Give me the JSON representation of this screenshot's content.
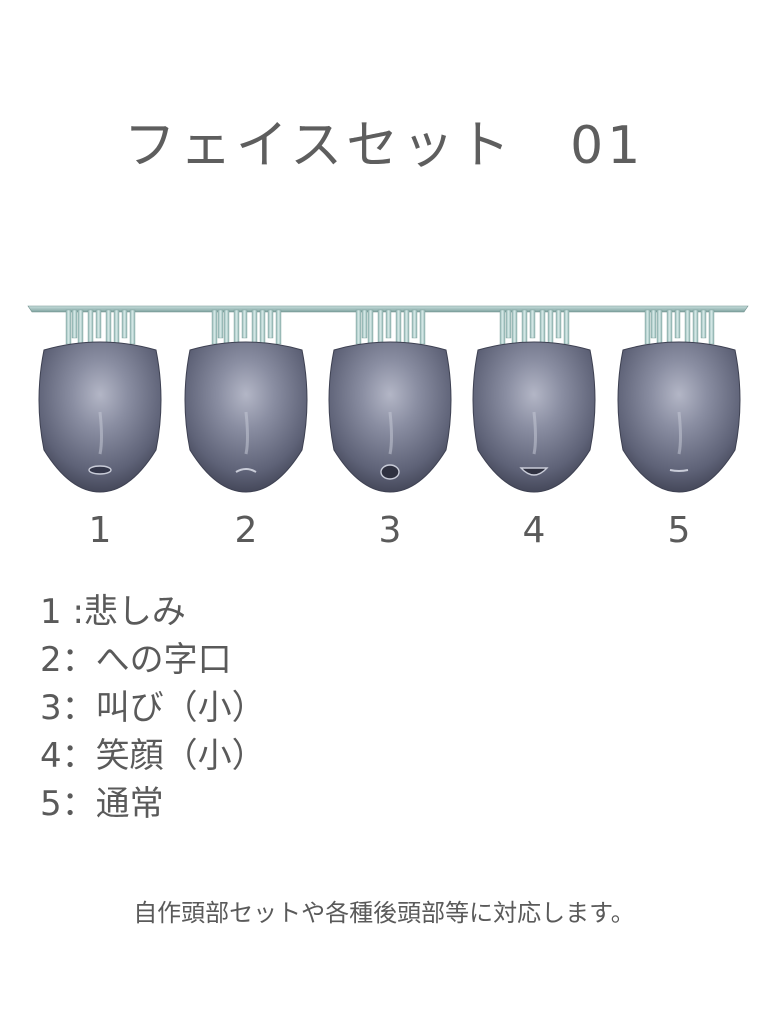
{
  "title": "フェイスセット　01",
  "faces": [
    {
      "number": "1",
      "mouth": "sad"
    },
    {
      "number": "2",
      "mouth": "pursed"
    },
    {
      "number": "3",
      "mouth": "shout-small"
    },
    {
      "number": "4",
      "mouth": "smile-small"
    },
    {
      "number": "5",
      "mouth": "neutral"
    }
  ],
  "legend": [
    "1 :悲しみ",
    "2：への字口",
    "3：叫び（小）",
    "4：笑顔（小）",
    "5：通常"
  ],
  "note": "自作頭部セットや各種後頭部等に対応します。",
  "colors": {
    "text": "#5a5a5a",
    "head": "#666a80",
    "sprue": "#a7c9c6",
    "plate": "#9fbcb9"
  }
}
